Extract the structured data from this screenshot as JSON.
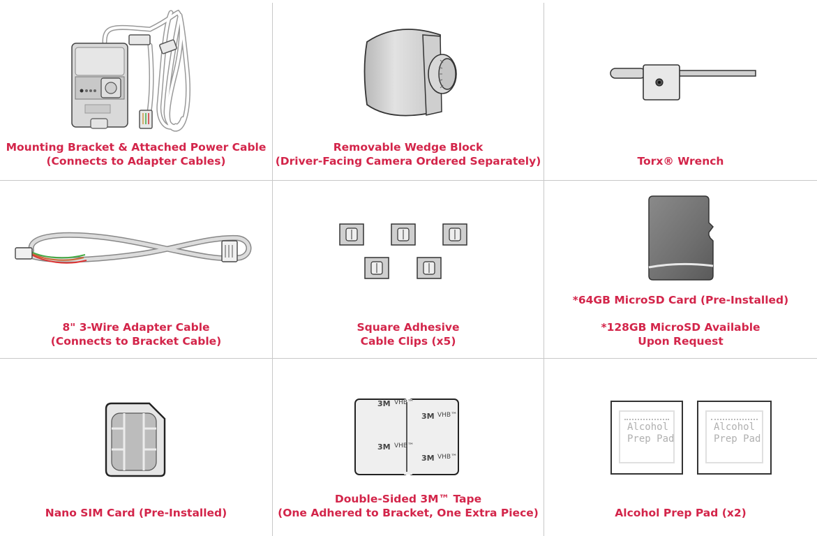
{
  "items": [
    {
      "line1": "Mounting Bracket & Attached Power Cable",
      "line2": "(Connects to Adapter Cables)"
    },
    {
      "line1": "Removable Wedge Block",
      "line2": "(Driver-Facing Camera Ordered Separately)"
    },
    {
      "line1": "Torx® Wrench"
    },
    {
      "line1": "8\" 3-Wire Adapter Cable",
      "line2": "(Connects to Bracket Cable)"
    },
    {
      "line1": "Square Adhesive",
      "line2": "Cable Clips (x5)"
    },
    {
      "line1": "*64GB MicroSD Card (Pre-Installed)",
      "line2": "*128GB MicroSD Available",
      "line3": "Upon Request"
    },
    {
      "line1": "Nano SIM Card (Pre-Installed)"
    },
    {
      "line1": "Double-Sided 3M™ Tape",
      "line2": "(One Adhered to Bracket, One Extra Piece)"
    },
    {
      "line1": "Alcohol Prep Pad (x2)"
    }
  ],
  "tape_text": {
    "brand": "3M",
    "product": "VHB™"
  },
  "prep_pad": {
    "line1": "Alcohol",
    "line2": "Prep Pad"
  },
  "colors": {
    "label": "#d3254a",
    "divider": "#c8c8c8"
  }
}
